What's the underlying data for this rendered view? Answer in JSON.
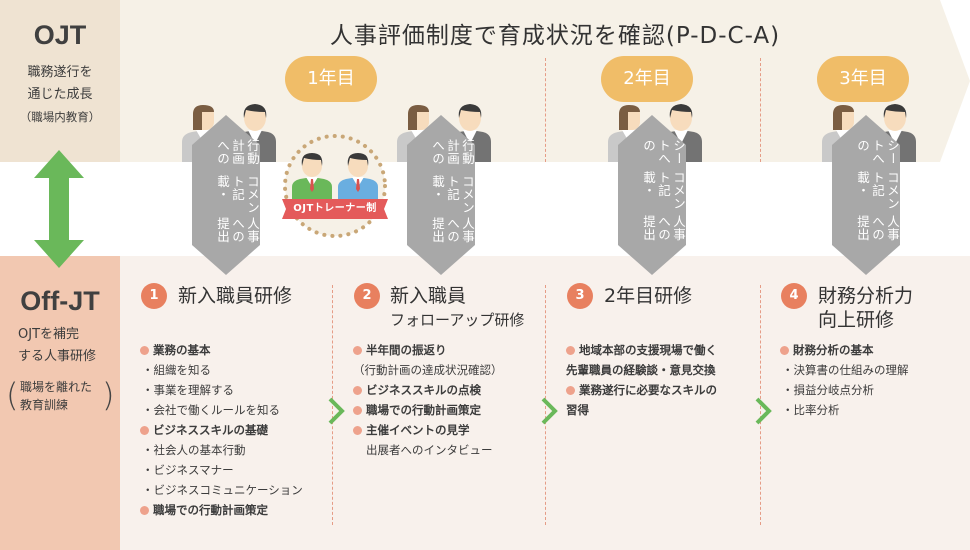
{
  "ojt": {
    "title": "OJT",
    "lines": [
      "職務遂行を",
      "通じた成長"
    ],
    "note": "（職場内教育）"
  },
  "offjt": {
    "title": "Off-JT",
    "lines": [
      "OJTを補完",
      "する人事研修"
    ],
    "note_lines": [
      "職場を離れた",
      "教育訓練"
    ]
  },
  "header": {
    "title": "人事評価制度で育成状況を確認(P-D-C-A)"
  },
  "years": [
    {
      "label": "1年目"
    },
    {
      "label": "2年目"
    },
    {
      "label": "3年目"
    }
  ],
  "hex_tags": [
    {
      "lines": [
        "行動計画への",
        "コメント記載・",
        "人事への提出"
      ]
    },
    {
      "lines": [
        "行動計画への",
        "コメント記載・",
        "人事への提出"
      ]
    },
    {
      "lines": [
        "シートへの",
        "コメント記載・",
        "人事への提出"
      ]
    },
    {
      "lines": [
        "シートへの",
        "コメント記載・",
        "人事への提出"
      ]
    }
  ],
  "trainer_badge": {
    "label": "OJTトレーナー制"
  },
  "courses": [
    {
      "number": "1",
      "title": "新入職員研修",
      "subtitle": "",
      "items": [
        {
          "text": "業務の基本",
          "type": "head"
        },
        {
          "text": "・組織を知る",
          "type": "sub"
        },
        {
          "text": "・事業を理解する",
          "type": "sub"
        },
        {
          "text": "・会社で働くルールを知る",
          "type": "sub"
        },
        {
          "text": "ビジネススキルの基礎",
          "type": "head"
        },
        {
          "text": "・社会人の基本行動",
          "type": "sub"
        },
        {
          "text": "・ビジネスマナー",
          "type": "sub"
        },
        {
          "text": "・ビジネスコミュニケーション",
          "type": "sub"
        },
        {
          "text": "職場での行動計画策定",
          "type": "head"
        }
      ]
    },
    {
      "number": "2",
      "title": "新入職員",
      "subtitle": "フォローアップ研修",
      "items": [
        {
          "text": "半年間の振返り",
          "type": "head"
        },
        {
          "text": "（行動計画の達成状況確認）",
          "type": "plain"
        },
        {
          "text": "ビジネススキルの点検",
          "type": "head"
        },
        {
          "text": "職場での行動計画策定",
          "type": "head"
        },
        {
          "text": "主催イベントの見学",
          "type": "head"
        },
        {
          "text": "出展者へのインタビュー",
          "type": "plain-indent"
        }
      ]
    },
    {
      "number": "3",
      "title": "2年目研修",
      "subtitle": "",
      "items": [
        {
          "text": "地域本部の支援現場で働く",
          "type": "head"
        },
        {
          "text": "先輩職員の経験談・意見交換",
          "type": "bold-cont"
        },
        {
          "text": "業務遂行に必要なスキルの",
          "type": "head"
        },
        {
          "text": "習得",
          "type": "bold-cont"
        }
      ]
    },
    {
      "number": "4",
      "title": "財務分析力",
      "subtitle": "向上研修",
      "items": [
        {
          "text": "財務分析の基本",
          "type": "head"
        },
        {
          "text": "・決算書の仕組みの理解",
          "type": "sub"
        },
        {
          "text": "・損益分岐点分析",
          "type": "sub"
        },
        {
          "text": "・比率分析",
          "type": "sub"
        }
      ]
    }
  ],
  "colors": {
    "ojt_bg": "#efe3d2",
    "top_band": "#f6f1e7",
    "offjt_bg": "#f2c8b1",
    "offjt_main": "#f8f1ec",
    "pill": "#f0bd68",
    "number_badge": "#e8805f",
    "bullet": "#eea28c",
    "green_arrow": "#6ab85a",
    "hex_gray": "#a8a8a8",
    "ribbon": "#e45a5a"
  }
}
